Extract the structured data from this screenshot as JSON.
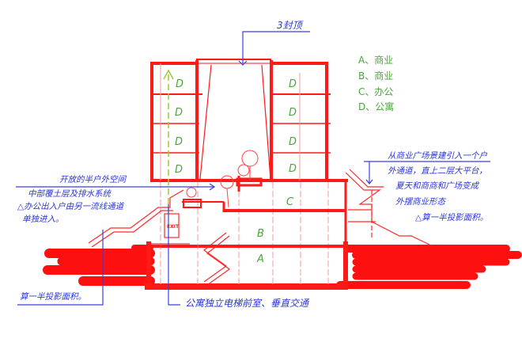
{
  "diagram": {
    "type": "architectural-section-sketch",
    "colors": {
      "structure": "#ff1a1a",
      "structure_light": "#f59a9a",
      "annotation": "#2a36d6",
      "zone_label": "#4aa53a",
      "circulation_dashed": "#9acd32"
    }
  },
  "top_annotation": {
    "text": "3封顶"
  },
  "legend": {
    "items": [
      {
        "key": "A",
        "sep": "、",
        "label": "商业"
      },
      {
        "key": "B",
        "sep": "、",
        "label": "商业"
      },
      {
        "key": "C",
        "sep": "、",
        "label": "办公"
      },
      {
        "key": "D",
        "sep": "、",
        "label": "公寓"
      }
    ]
  },
  "zones": {
    "left_tower": [
      "D",
      "D",
      "D",
      "D"
    ],
    "right_tower": [
      "D",
      "D",
      "D",
      "D"
    ],
    "level_c": "C",
    "level_b": "B",
    "level_a": "A"
  },
  "left_annotation": {
    "line1": "开放的半户外空间",
    "line2": "中部覆土层及排水系统",
    "line3": "△办公出入户由另一流线通道",
    "line4": "单独进入。"
  },
  "right_annotation": {
    "line1": "从商业广场景建引入一个户",
    "line2": "外通道，直上二层大平台，",
    "line3": "夏天和商商和广场变成",
    "line4": "外摆商业形态",
    "line5": "△算一半投影面积。"
  },
  "bottom_left_annotation": {
    "text": "算一半投影面积。"
  },
  "bottom_annotation": {
    "text": "公寓独立电梯前室、垂直交通"
  },
  "signage": {
    "exit": "EXIT"
  }
}
